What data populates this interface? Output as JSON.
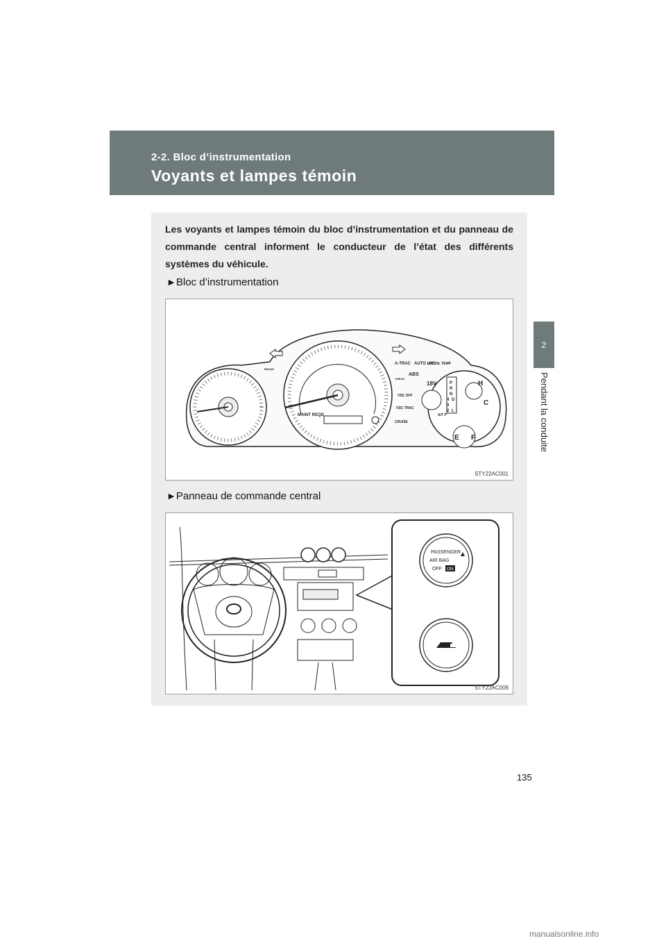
{
  "header": {
    "section": "2-2. Bloc d’instrumentation",
    "title": "Voyants et lampes témoin"
  },
  "side_tab": {
    "number": "2",
    "label": "Pendant la conduite"
  },
  "intro": "Les voyants et lampes témoin du bloc d’instrumentation et du panneau de commande central informent le conducteur de l’état des différents systèmes du véhicule.",
  "subsections": [
    {
      "marker": "►",
      "label": "Bloc d’instrumentation",
      "figure_code": "STY22AC001"
    },
    {
      "marker": "►",
      "label": "Panneau de commande central",
      "figure_code": "STY22AC009"
    }
  ],
  "cluster_labels": {
    "trac": "A-TRAC",
    "auto_lsd": "AUTO LSD",
    "at_oil": "A/T OIL TEMP",
    "abs": "ABS",
    "check": "CHECK",
    "vsc_off": "VSC OFF",
    "vsc_trac": "VSC TRAC",
    "cruise": "CRUISE",
    "atp": "A/T P",
    "maint": "MAINT REQD",
    "brake": "BRAKE",
    "volt": "18V",
    "fuel_e": "E",
    "fuel_f": "F",
    "temp_h": "H",
    "temp_c": "C",
    "gears": [
      "P",
      "R",
      "N",
      "D",
      "4",
      "3",
      "2",
      "L"
    ]
  },
  "panel_labels": {
    "passenger": "PASSENGER",
    "airbag": "AIR BAG",
    "off": "OFF",
    "on": "ON"
  },
  "page_number": "135",
  "footer": "manualsonline.info"
}
